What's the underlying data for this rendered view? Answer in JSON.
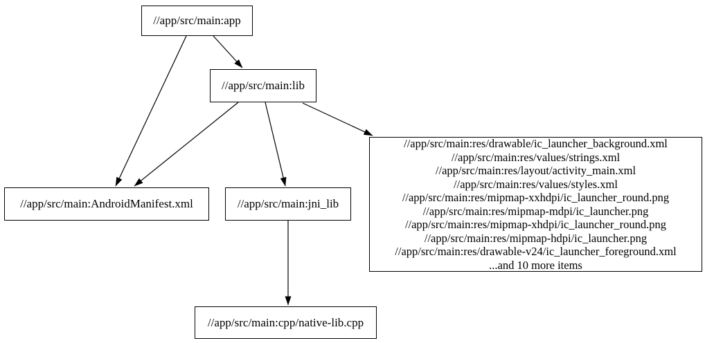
{
  "diagram": {
    "type": "directed-dependency-graph",
    "colors": {
      "background": "#ffffff",
      "node_border": "#000000",
      "node_fill": "#ffffff",
      "edge": "#000000",
      "text": "#000000"
    },
    "nodes": {
      "app": {
        "label": "//app/src/main:app"
      },
      "lib": {
        "label": "//app/src/main:lib"
      },
      "manifest": {
        "label": "//app/src/main:AndroidManifest.xml"
      },
      "jni_lib": {
        "label": "//app/src/main:jni_lib"
      },
      "res": {
        "lines": [
          "//app/src/main:res/drawable/ic_launcher_background.xml",
          "//app/src/main:res/values/strings.xml",
          "//app/src/main:res/layout/activity_main.xml",
          "//app/src/main:res/values/styles.xml",
          "//app/src/main:res/mipmap-xxhdpi/ic_launcher_round.png",
          "//app/src/main:res/mipmap-mdpi/ic_launcher.png",
          "//app/src/main:res/mipmap-xhdpi/ic_launcher_round.png",
          "//app/src/main:res/mipmap-hdpi/ic_launcher.png",
          "//app/src/main:res/drawable-v24/ic_launcher_foreground.xml",
          "...and 10 more items"
        ]
      },
      "native_lib": {
        "label": "//app/src/main:cpp/native-lib.cpp"
      }
    },
    "edges": [
      {
        "from": "app",
        "to": "lib"
      },
      {
        "from": "app",
        "to": "manifest"
      },
      {
        "from": "lib",
        "to": "manifest"
      },
      {
        "from": "lib",
        "to": "jni_lib"
      },
      {
        "from": "lib",
        "to": "res"
      },
      {
        "from": "jni_lib",
        "to": "native_lib"
      }
    ]
  }
}
